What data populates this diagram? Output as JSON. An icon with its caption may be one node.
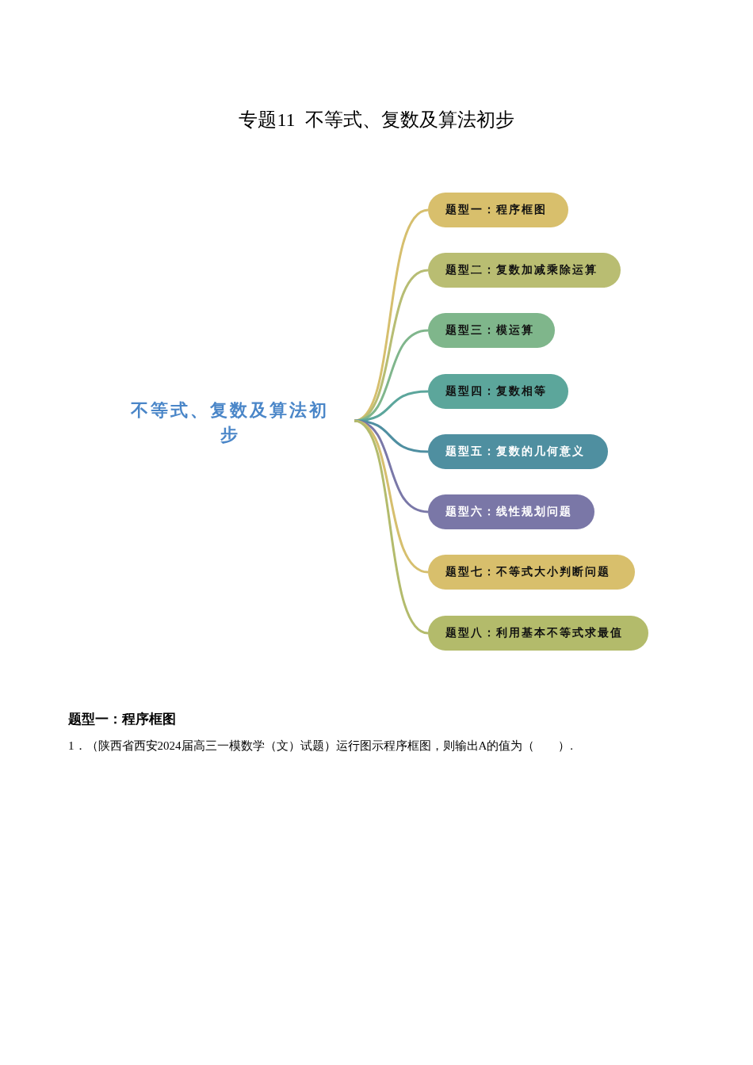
{
  "diagram": {
    "title": "专题11  不等式、复数及算法初步",
    "nodes": [
      {
        "text": [
          "不等式、复数及算法初步"
        ]
      },
      {
        "text": [
          "题型一：程序框图"
        ]
      },
      {
        "text": [
          "题型二：复数加减乘除运算"
        ]
      },
      {
        "text": [
          "题型三：模运算"
        ]
      },
      {
        "text": [
          "题型四：复数相等"
        ]
      },
      {
        "text": [
          "题型五：复数的几何意义"
        ]
      },
      {
        "text": [
          "题型六：线性规划问题"
        ]
      },
      {
        "text": [
          "题型七：不等式大小判断问题"
        ]
      },
      {
        "text": [
          "题型八：利用基本不等式求最值"
        ]
      }
    ],
    "edges": [
      {
        "from": 0,
        "to": 1,
        "arrow": "none",
        "color": "#d6bf6e"
      },
      {
        "from": 0,
        "to": 2,
        "arrow": "none",
        "color": "#b7bd74"
      },
      {
        "from": 0,
        "to": 3,
        "arrow": "none",
        "color": "#80b68c"
      },
      {
        "from": 0,
        "to": 4,
        "arrow": "none",
        "color": "#5ca69c"
      },
      {
        "from": 0,
        "to": 5,
        "arrow": "none",
        "color": "#4f8fa1"
      },
      {
        "from": 0,
        "to": 6,
        "arrow": "none",
        "color": "#7a78a8"
      },
      {
        "from": 0,
        "to": 7,
        "arrow": "none",
        "color": "#d6bf6e"
      },
      {
        "from": 0,
        "to": 8,
        "arrow": "none",
        "color": "#b3bb6c"
      }
    ],
    "labels": [
      "题型一：程序框图",
      "1．（陕西省西安2024届高三一模数学（文）试题）运行图示程序框图，则输出A的值为（　　）."
    ]
  }
}
